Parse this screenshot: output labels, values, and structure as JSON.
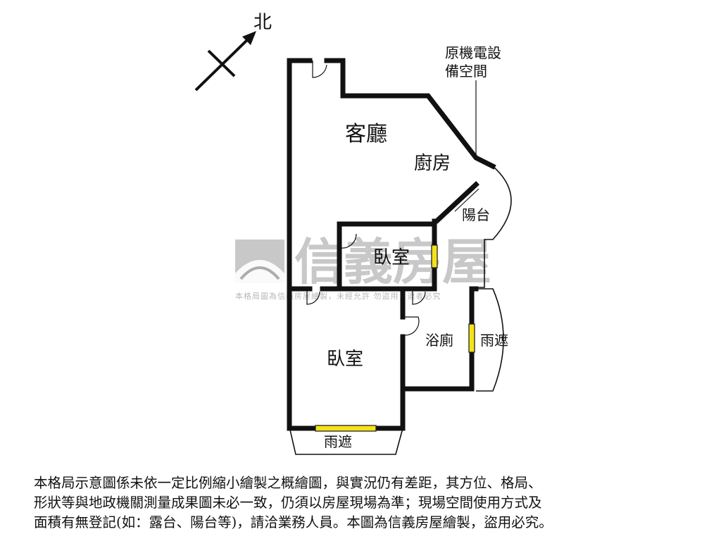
{
  "compass": {
    "north_label": "北"
  },
  "callout": {
    "line1": "原機電設",
    "line2": "備空間"
  },
  "rooms": {
    "living_room": "客廳",
    "kitchen": "廚房",
    "balcony": "陽台",
    "bedroom_small": "臥室",
    "bedroom_large": "臥室",
    "bathroom": "浴廁",
    "canopy_right": "雨遮",
    "canopy_bottom": "雨遮"
  },
  "watermark": {
    "brand": "信義房屋",
    "notice": "本格局圖為信義房屋繪製，未經允許 勿盜用，違者必究"
  },
  "disclaimer": "本格局示意圖係未依一定比例縮小繪製之概繪圖，與實況仍有差距，其方位、格局、\n形狀等與地政機關測量成果圖未必一致，仍須以房屋現場為準；現場空間使用方式及\n面積有無登記(如：露台、陽台等)，請洽業務人員。本圖為信義房屋繪製，盜用必究。",
  "colors": {
    "window": "#f5e31a",
    "wall": "#111111",
    "watermark": "#9a9a9a"
  }
}
